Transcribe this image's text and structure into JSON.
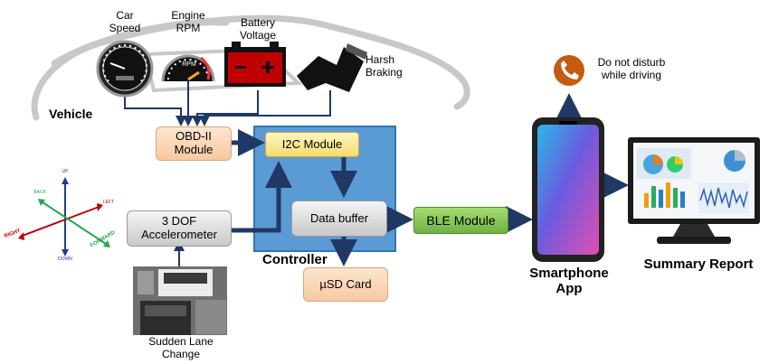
{
  "vehicle": {
    "label": "Vehicle",
    "speed_label_1": "Car",
    "speed_label_2": "Speed",
    "rpm_label_1": "Engine",
    "rpm_label_2": "RPM",
    "rpm_dial_text": "RPM",
    "battery_label_1": "Battery",
    "battery_label_2": "Voltage",
    "braking_label_1": "Harsh",
    "braking_label_2": "Braking"
  },
  "obd": {
    "line1": "OBD-II",
    "line2": "Module"
  },
  "accelerometer": {
    "line1": "3 DOF",
    "line2": "Accelerometer",
    "axis_up": "UP",
    "axis_down": "DOWN",
    "axis_left": "LEFT",
    "axis_right": "RIGHT",
    "axis_back": "BACK",
    "axis_forward": "FORWARD"
  },
  "lane": {
    "line1": "Sudden Lane",
    "line2": "Change"
  },
  "controller": {
    "label": "Controller",
    "i2c": "I2C Module",
    "buffer": "Data buffer"
  },
  "sd": {
    "label": "µSD Card"
  },
  "ble": {
    "label": "BLE Module"
  },
  "smartphone": {
    "line1": "Smartphone",
    "line2": "App",
    "dnd_line1": "Do not disturb",
    "dnd_line2": "while driving"
  },
  "report": {
    "label": "Summary Report"
  },
  "colors": {
    "controller_fill": "#5b9bd5",
    "arrow": "#1f3864",
    "ble": "#70ad47",
    "phone_icon": "#c55a11",
    "battery": "#c00000"
  },
  "icons": [
    "speedometer-icon",
    "tachometer-icon",
    "battery-icon",
    "brake-pedal-icon",
    "phone-icon",
    "monitor-icon"
  ]
}
